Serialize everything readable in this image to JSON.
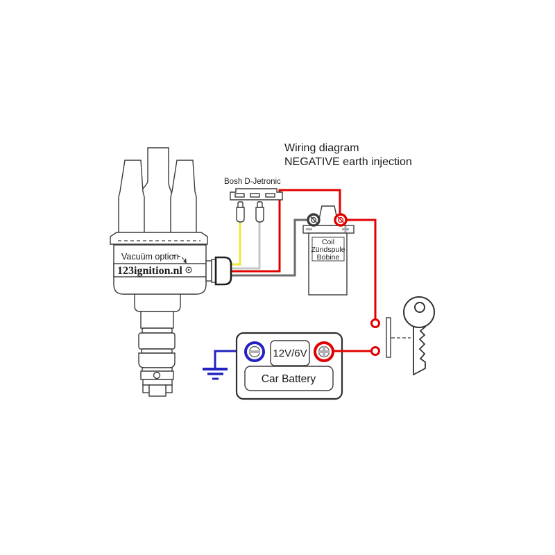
{
  "title": {
    "line1": "Wiring diagram",
    "line2": "NEGATIVE earth injection"
  },
  "connector": {
    "label": "Bosh D-Jetronic"
  },
  "distributor": {
    "vacuum_label": "Vacuüm option",
    "brand": "123ignition.nl"
  },
  "coil": {
    "line1": "Coil",
    "line2": "Zündspule",
    "line3": "Bobine"
  },
  "battery": {
    "voltage": "12V/6V",
    "name": "Car Battery"
  },
  "colors": {
    "wire_red": "#e10000",
    "wire_yellow": "#ece73a",
    "wire_grey": "#c6c6c6",
    "wire_dark": "#6b6b6b",
    "ground_blue": "#2222c2",
    "terminal_red": "#e10000",
    "terminal_dark": "#3a3a3a",
    "outline": "#3a3a3a"
  }
}
